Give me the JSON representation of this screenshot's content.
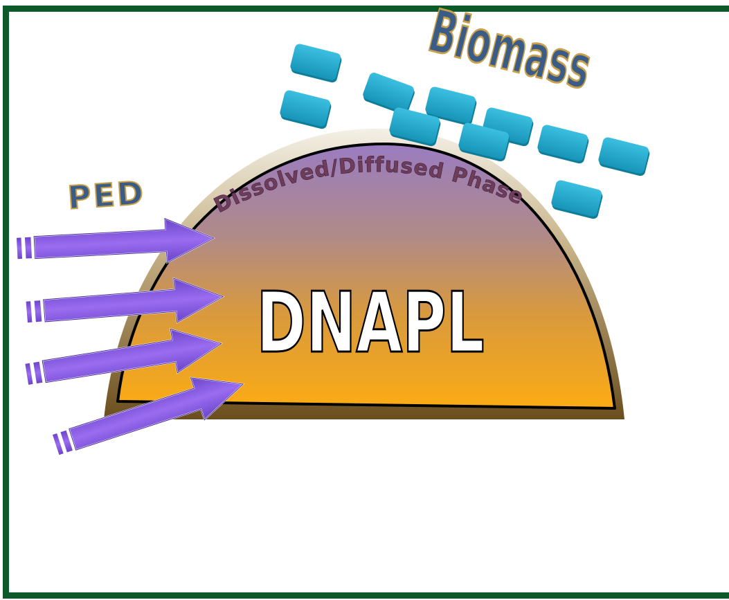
{
  "labels": {
    "biomass": "Biomass",
    "dissolved_phase": "Dissolved/Diffused Phase",
    "dnapl": "DNAPL",
    "ped": "PED"
  },
  "colors": {
    "frame_border": "#0c5a2a",
    "dome_top": "#9a7cc1",
    "dome_bottom": "#fbab14",
    "dome_shadow": "#6b4e1e",
    "biomass_block": "#22a7c8",
    "arrow_fill": "#8a5ce6",
    "label_fill": "#3a5c86",
    "label_outline": "#c8a14a",
    "dnapl_fill": "#ffffff"
  },
  "icons": [
    "biomass-block",
    "arrow-right"
  ]
}
